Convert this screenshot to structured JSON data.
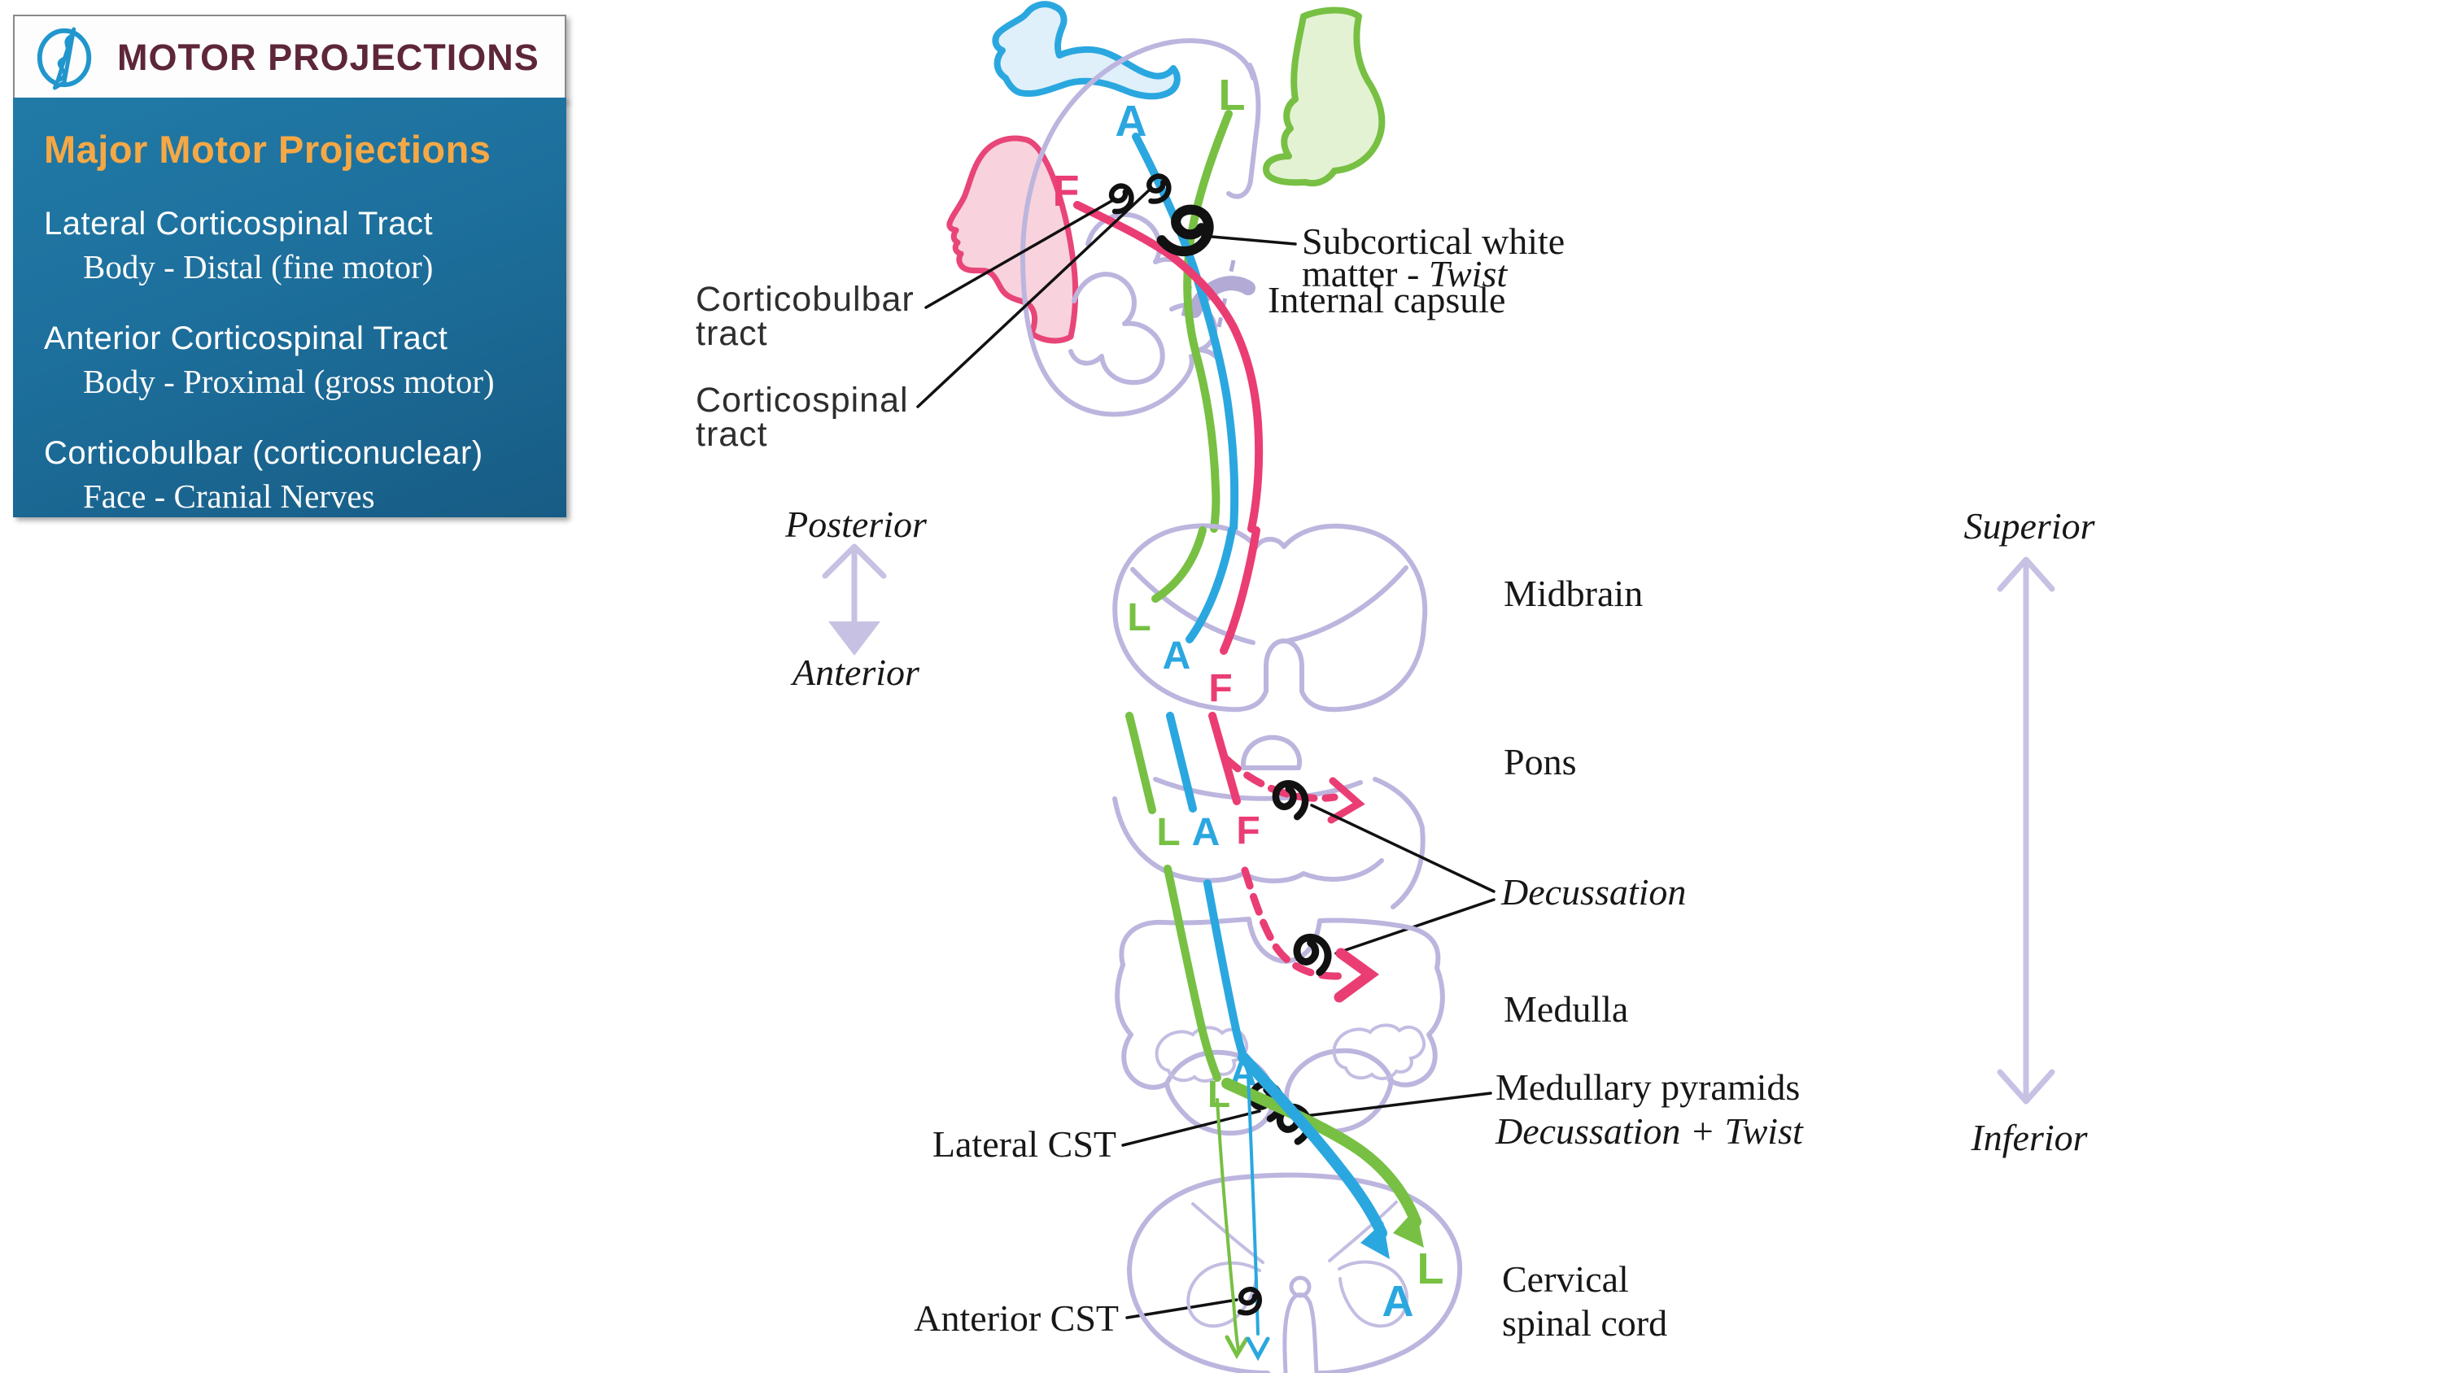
{
  "header": {
    "title": "MOTOR PROJECTIONS",
    "logo": "rod-of-asclepius-pencil-icon"
  },
  "panel": {
    "title": "Major Motor Projections",
    "items": [
      {
        "name": "Lateral Corticospinal Tract",
        "detail": "Body - Distal (fine motor)"
      },
      {
        "name": "Anterior Corticospinal Tract",
        "detail": "Body - Proximal (gross motor)"
      },
      {
        "name": "Corticobulbar (corticonuclear)",
        "detail": "Face - Cranial Nerves"
      }
    ]
  },
  "diagram": {
    "tract_letters": {
      "A": "A",
      "L": "L",
      "F": "F"
    },
    "labels": {
      "corticobulbar_1": "Corticobulbar",
      "corticobulbar_2": "tract",
      "corticospinal_1": "Corticospinal",
      "corticospinal_2": "tract",
      "subcortical_1": "Subcortical white",
      "subcortical_2": "matter - ",
      "subcortical_2_italic": "Twist",
      "internal_capsule": "Internal capsule",
      "midbrain": "Midbrain",
      "pons": "Pons",
      "decussation": "Decussation",
      "medulla": "Medulla",
      "medullary_pyramids": "Medullary pyramids",
      "medullary_pyramids_sub": "Decussation + Twist",
      "lateral_cst": "Lateral CST",
      "anterior_cst": "Anterior CST",
      "cervical_1": "Cervical",
      "cervical_2": "spinal cord"
    },
    "orientation": {
      "posterior": "Posterior",
      "anterior": "Anterior",
      "superior": "Superior",
      "inferior": "Inferior"
    },
    "colors": {
      "arm_blue": "#2BA7E0",
      "leg_green": "#77C043",
      "face_pink": "#EA3D74",
      "outline_lavender": "#BCB5DE",
      "panel_blue": "#1D6F9C",
      "accent_orange": "#F5A845",
      "title_maroon": "#5E2639",
      "logo_blue": "#2196CD"
    }
  }
}
